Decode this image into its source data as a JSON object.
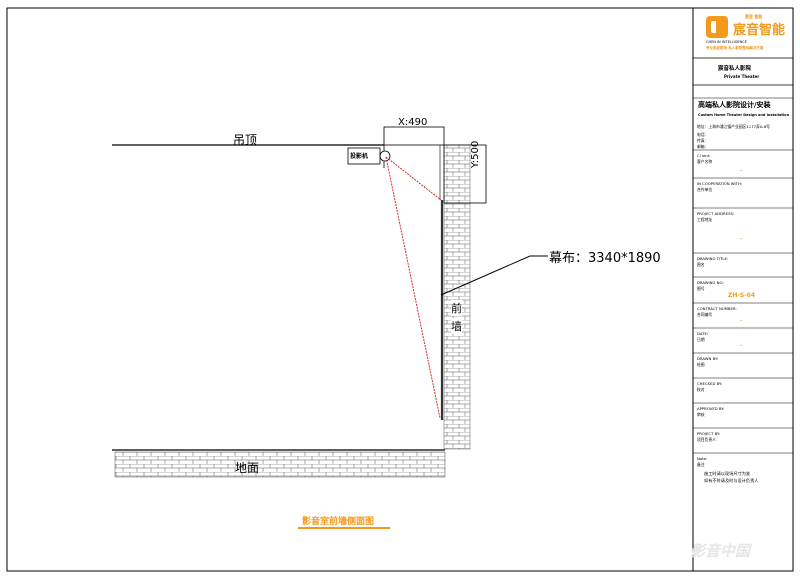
{
  "drawing": {
    "ceiling_label": "吊顶",
    "floor_label": "地面",
    "x_dim_label": "X:490",
    "y_dim_label": "Y:500",
    "projector_label": "投影机",
    "screen_callout": "幕布：3340*1890",
    "front_wall_label_1": "前",
    "front_wall_label_2": "墙",
    "caption": "影音室前墙侧面图",
    "line_color": "#000000",
    "projection_color": "#d0312d",
    "caption_color": "#f39a1e"
  },
  "title_block": {
    "logo": {
      "brand_cn": "宸音智能",
      "brand_small": "宸音 智能",
      "brand_en": "CHEN IN INTELLIGENCE",
      "slogan": "专业家庭影院·私人影院整体解决方案",
      "accent": "#f39a1e"
    },
    "company_cn": "宸音私人影院",
    "company_en": "Private Theater",
    "heading_cn": "高端私人影院设计/安装",
    "heading_en": "Custom Home Theater Design and Installation",
    "address": "地址：上海市浦江镇产业园区1177弄A-6号",
    "phone": "电话：",
    "fax": "传真：",
    "email": "邮箱：",
    "client_label_en": "Cl ient:",
    "client_label_cn": "客户名称",
    "client_value": "-",
    "coop_label_en": "IN COOPERATION WITH:",
    "coop_label_cn": "合作单位",
    "project_label_en": "PROJECT ADDRESS:",
    "project_label_cn": "工程地址",
    "project_value": "-",
    "drawing_title_label_en": "DRAWING TITLE:",
    "drawing_title_label_cn": "图名",
    "drawing_no_label_en": "DRAWING NO:",
    "drawing_no_label_cn": "图号",
    "drawing_no_value": "ZH-S-04",
    "contract_label_en": "CONTRACT NUMBER:",
    "contract_label_cn": "合同编号",
    "contract_value": "-",
    "date_label_en": "DATE:",
    "date_label_cn": "日期",
    "date_value": "-",
    "drawn_label_en": "DRAWN BY:",
    "drawn_label_cn": "绘图",
    "checked_label_en": "CHECKED BY:",
    "checked_label_cn": "校对",
    "approved_label_en": "APPROVED BY:",
    "approved_label_cn": "审核",
    "pm_label_en": "PROJECT BY:",
    "pm_label_cn": "项目负责人",
    "notes_label_en": "Note:",
    "notes_label_cn": "备注",
    "notes_line_1": "施工时请以现场尺寸为准",
    "notes_line_2": "如有不符请及时与设计负责人",
    "watermark": "影音中国"
  }
}
